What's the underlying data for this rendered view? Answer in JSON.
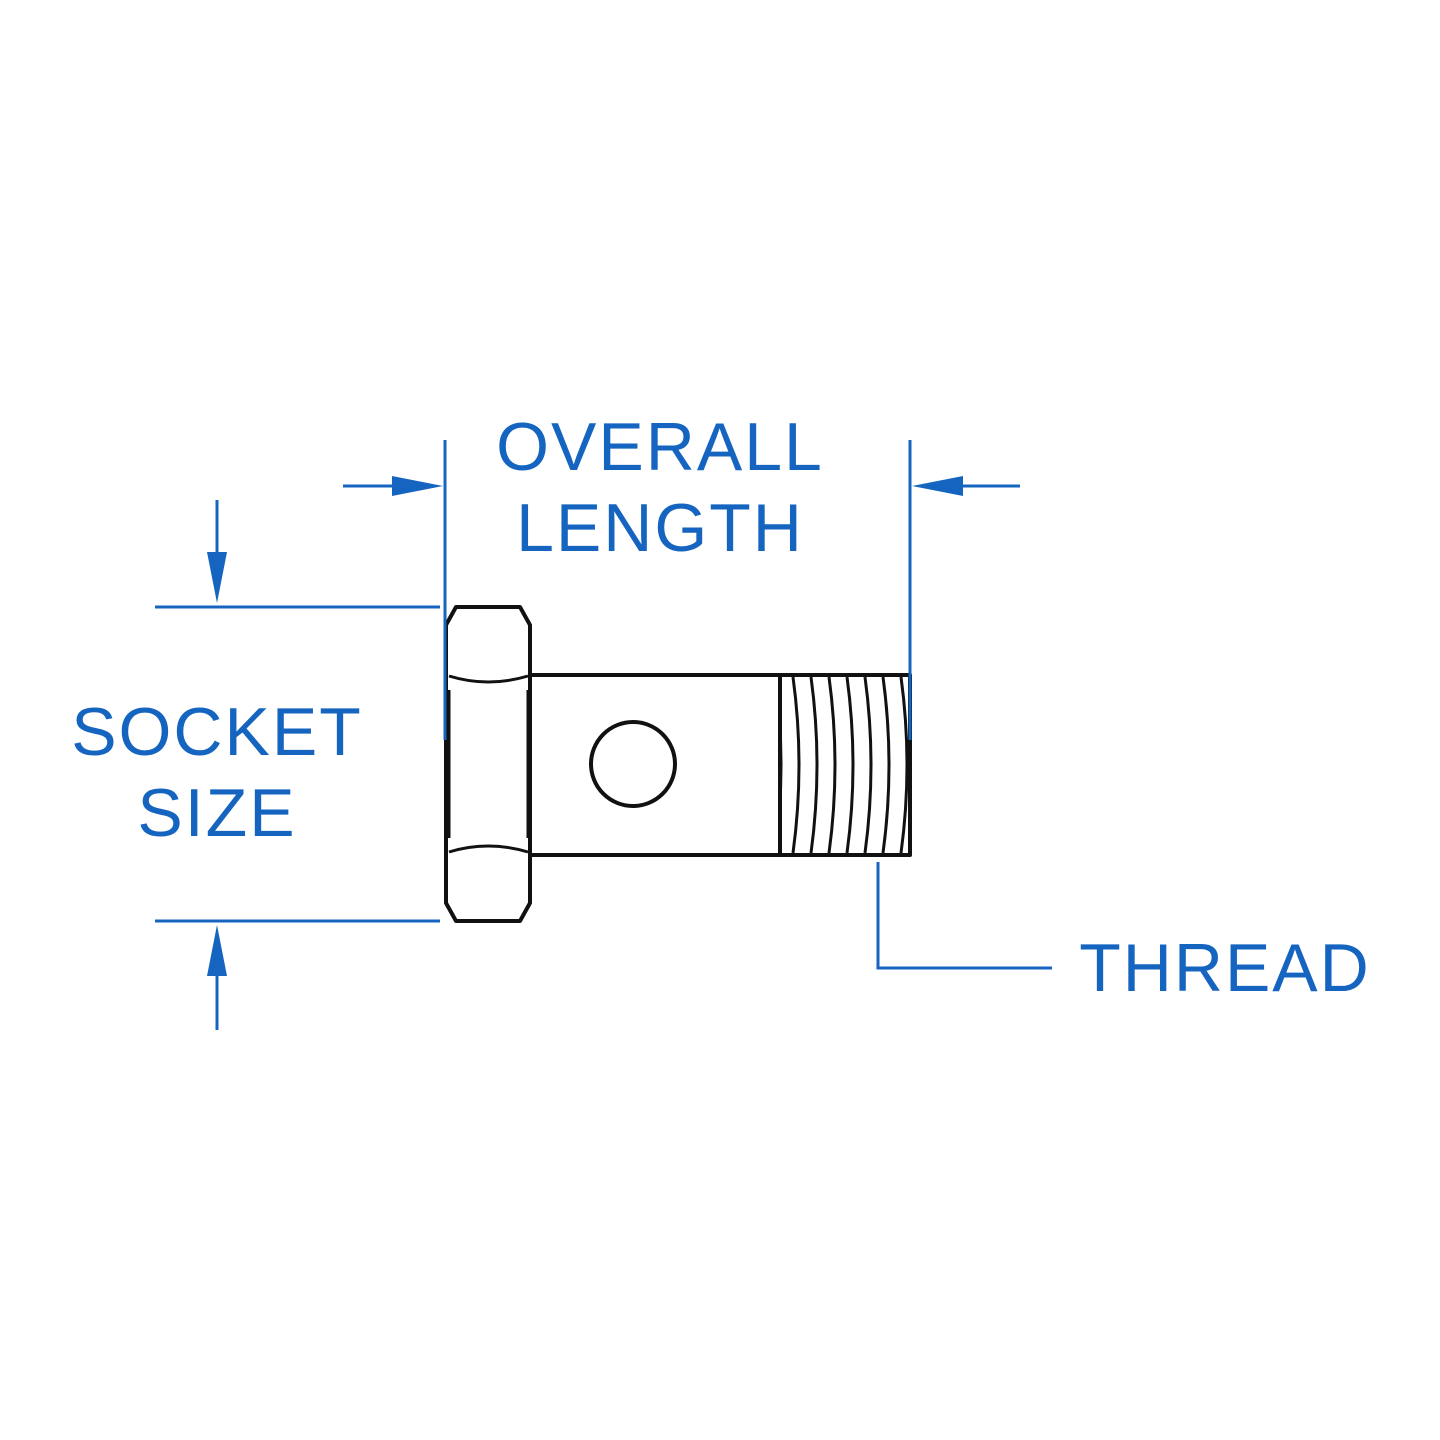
{
  "labels": {
    "overall_length_line1": "OVERALL",
    "overall_length_line2": "LENGTH",
    "socket_size_line1": "SOCKET",
    "socket_size_line2": "SIZE",
    "thread": "THREAD"
  },
  "colors": {
    "dimension": "#1565c0",
    "part_outline": "#111111",
    "background": "#ffffff"
  }
}
